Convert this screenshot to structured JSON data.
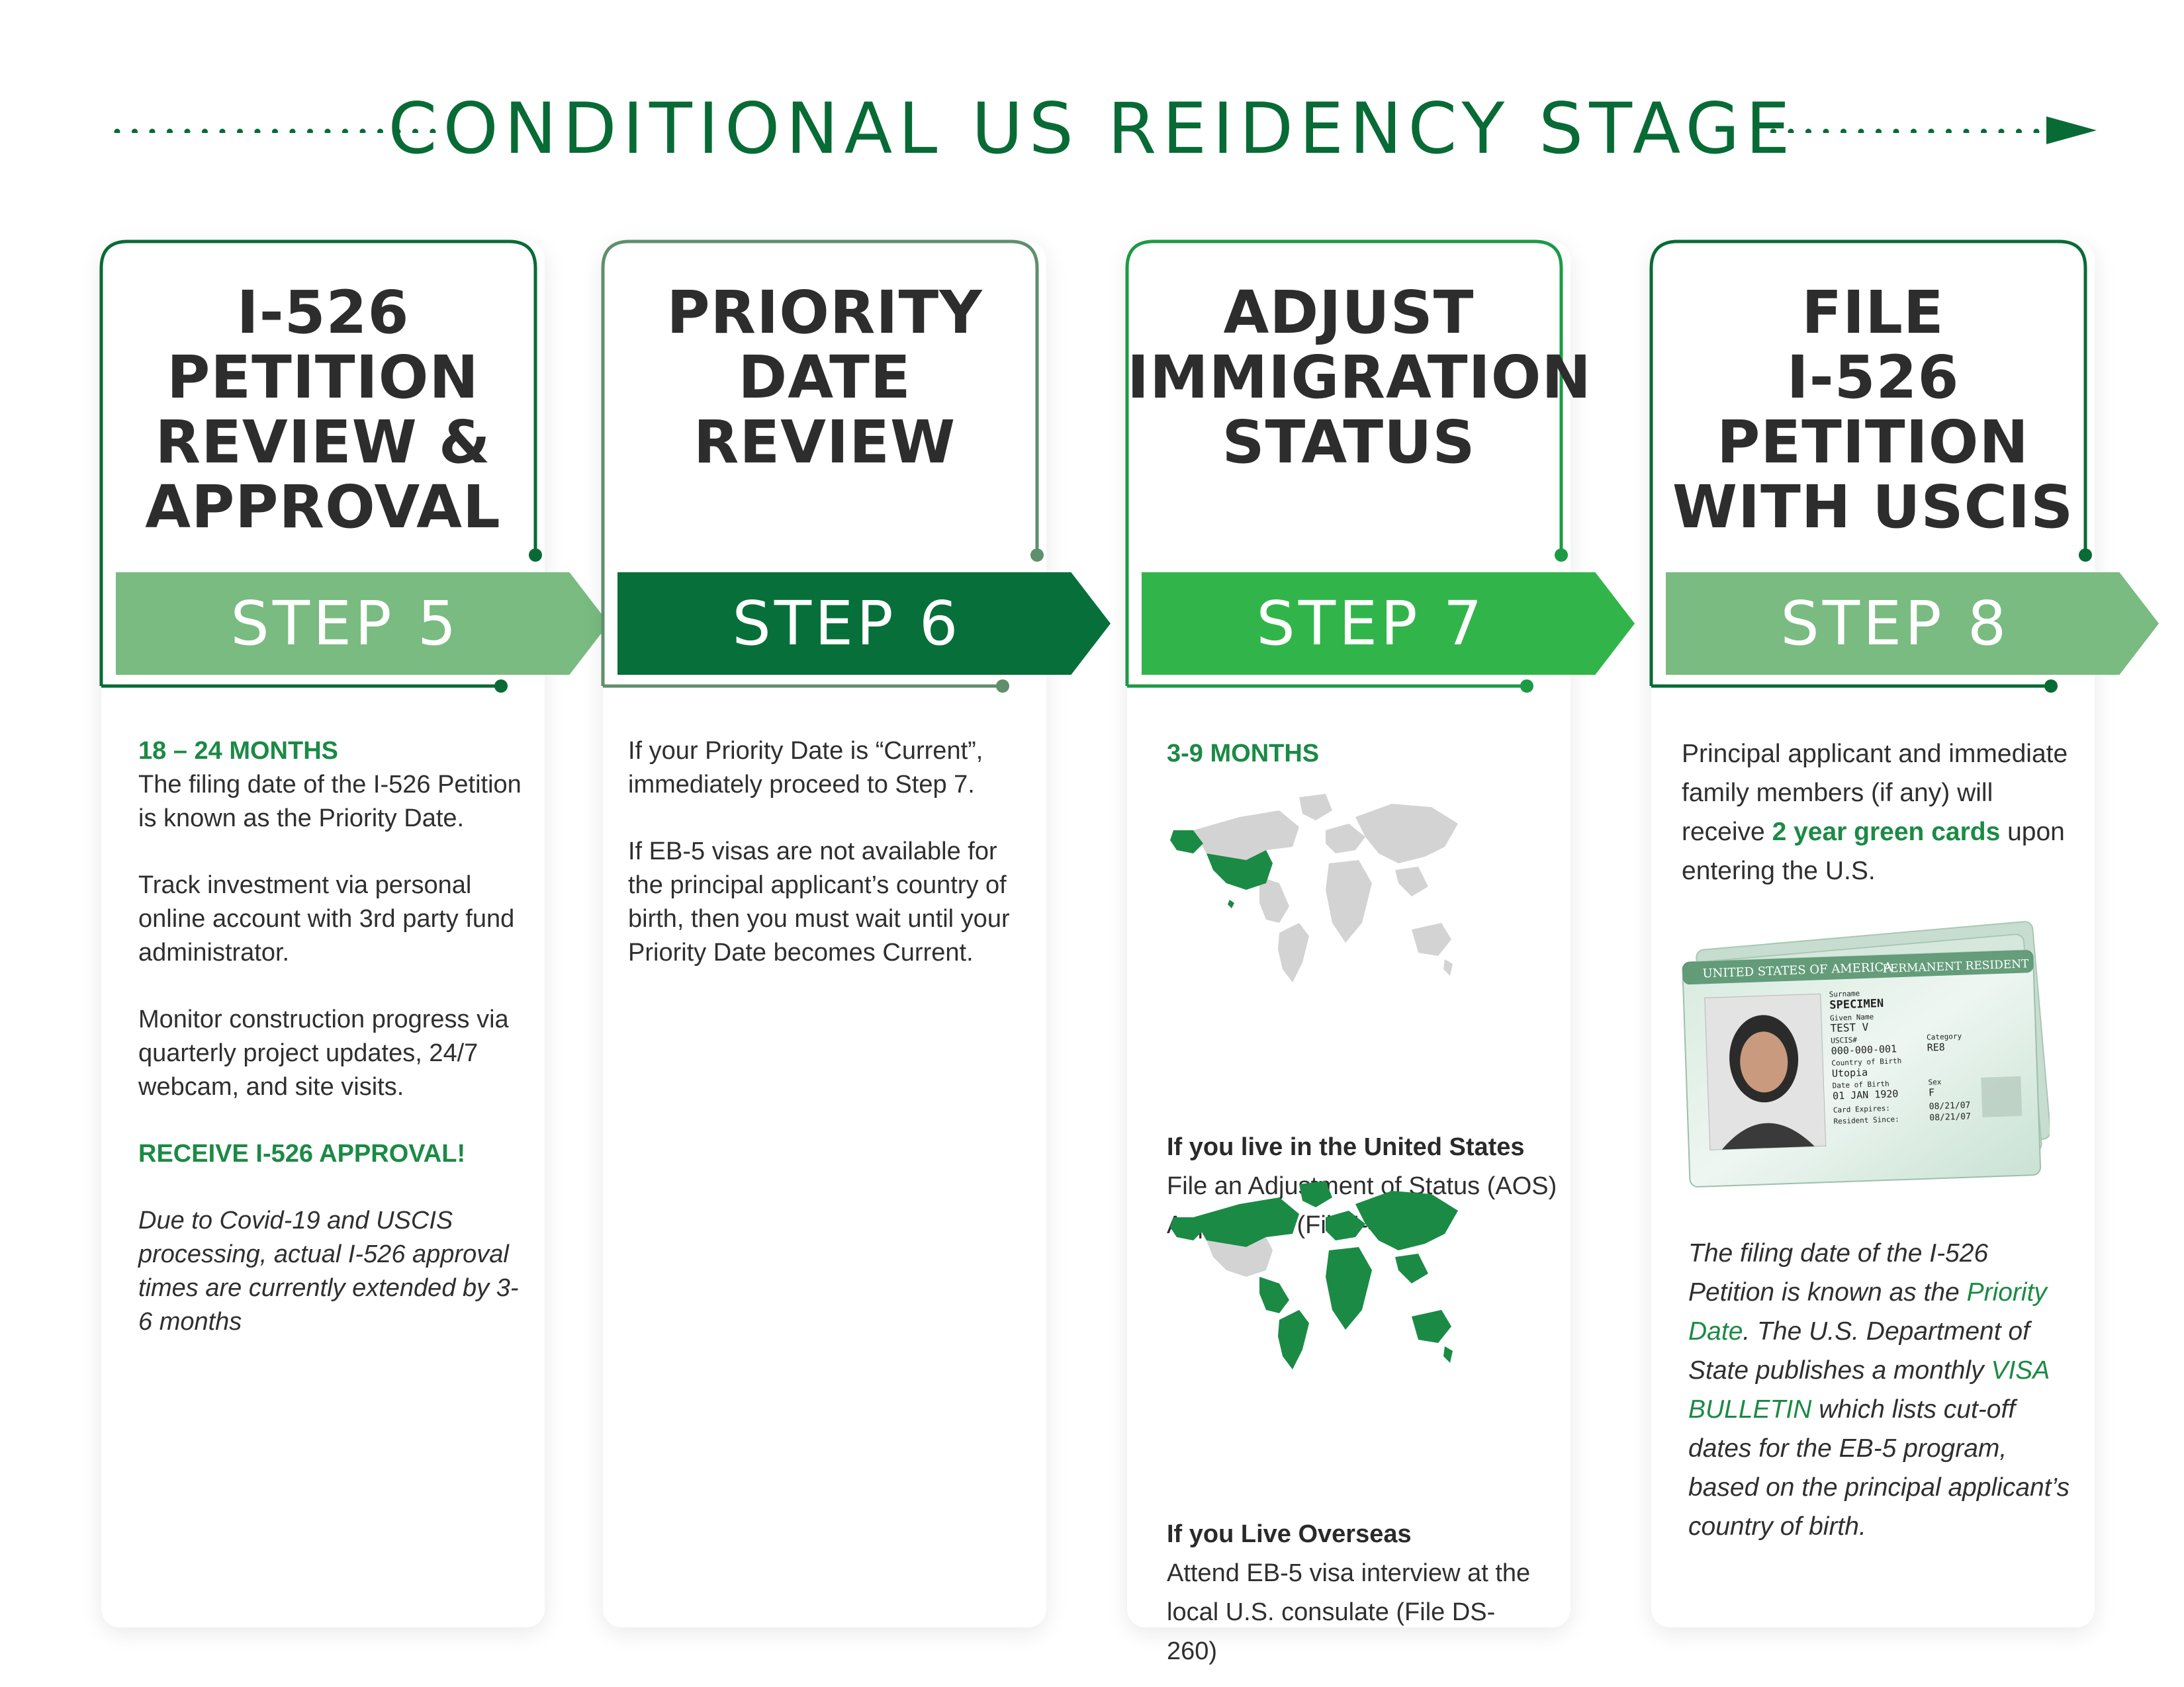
{
  "header": {
    "title": "CONDITIONAL US REIDENCY STAGE"
  },
  "colors": {
    "dark_green": "#07703a",
    "mid_green": "#31b54a",
    "light_green": "#79bb81",
    "text_green": "#1b8a45",
    "text_dark": "#2d2d2d"
  },
  "cards": [
    {
      "title_lines": [
        "I-526",
        "PETITION",
        "REVIEW &",
        "APPROVAL"
      ],
      "step": "STEP 5",
      "duration": "18 – 24 MONTHS",
      "para1": "The filing date of the I-526 Petition is known as the Priority Date.",
      "para2": "Track investment via personal online account with 3rd party fund administrator.",
      "para3": "Monitor construction progress via quarterly project updates, 24/7 webcam, and site visits.",
      "highlight": "RECEIVE I-526 APPROVAL!",
      "note": "Due to Covid-19 and USCIS processing, actual I-526 approval times are currently extended by 3-6 months"
    },
    {
      "title_lines": [
        "PRIORITY",
        "DATE",
        "REVIEW"
      ],
      "step": "STEP 6",
      "para1": "If your Priority Date is “Current”, immediately proceed to Step 7.",
      "para2": "If EB-5 visas are not available for the principal applicant’s country of birth, then you must wait until your Priority Date becomes Current."
    },
    {
      "title_lines": [
        "ADJUST",
        "IMMIGRATION",
        "STATUS"
      ],
      "step": "STEP 7",
      "duration": "3-9 MONTHS",
      "us_heading": "If you live in the United States",
      "us_text": "File an Adjustment of Status (AOS) Application (File I-485)",
      "overseas_heading": "If you Live Overseas",
      "overseas_text": "Attend EB-5 visa interview at the local U.S. consulate (File DS-260)",
      "map_us_icon": "world-map-us-highlighted-icon",
      "map_overseas_icon": "world-map-overseas-highlighted-icon"
    },
    {
      "title_lines": [
        "FILE",
        "I-526",
        "PETITION",
        "WITH USCIS"
      ],
      "step": "STEP 8",
      "intro_a": "Principal applicant and immediate family members (if any) will receive ",
      "intro_b": "2 year green cards",
      "intro_c": " upon entering the U.S.",
      "card_image_icon": "green-card-icon",
      "card_header_left": "UNITED STATES OF AMERICA",
      "card_header_right": "PERMANENT RESIDENT",
      "card_surname_label": "Surname",
      "card_surname": "SPECIMEN",
      "card_given_label": "Given Name",
      "card_given": "TEST V",
      "card_uscis_label": "USCIS#",
      "card_uscis": "000-000-001",
      "card_category_label": "Category",
      "card_category": "RE8",
      "card_country_label": "Country of Birth",
      "card_country": "Utopia",
      "card_dob_label": "Date of Birth",
      "card_dob": "01 JAN 1920",
      "card_sex_label": "Sex",
      "card_sex": "F",
      "card_expires_label": "Card Expires:",
      "card_expires": "08/21/07",
      "card_since_label": "Resident Since:",
      "card_since": "08/21/07",
      "note_a": "The filing date of the I-526 Petition is known as the ",
      "note_b": "Priority Date",
      "note_c": ". The U.S. Department of State publishes a monthly ",
      "note_d": "VISA BULLETIN",
      "note_e": " which lists cut-off dates for the EB-5 program, based on the principal applicant’s country of birth."
    }
  ]
}
